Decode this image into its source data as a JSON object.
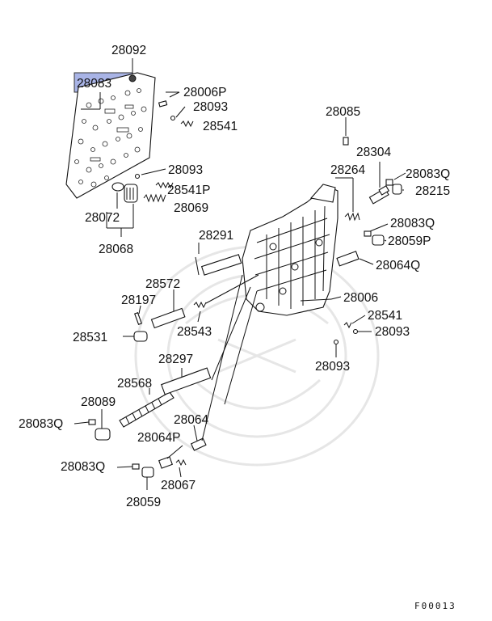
{
  "figure_code": "F00013",
  "highlight_color": "#a9b4e6",
  "callouts": {
    "p28092": "28092",
    "p28083": "28083",
    "p28006P": "28006P",
    "p28093_a": "28093",
    "p28541_a": "28541",
    "p28085": "28085",
    "p28304": "28304",
    "p28093_b": "28093",
    "p28541P": "28541P",
    "p28069": "28069",
    "p28264": "28264",
    "p28083Q_a": "28083Q",
    "p28215": "28215",
    "p28072": "28072",
    "p28068": "28068",
    "p28083Q_b": "28083Q",
    "p28059P": "28059P",
    "p28291": "28291",
    "p28064Q": "28064Q",
    "p28572": "28572",
    "p28006": "28006",
    "p28197": "28197",
    "p28541_b": "28541",
    "p28531": "28531",
    "p28543": "28543",
    "p28093_c": "28093",
    "p28297": "28297",
    "p28093_d": "28093",
    "p28568": "28568",
    "p28089": "28089",
    "p28083Q_c": "28083Q",
    "p28064": "28064",
    "p28064P": "28064P",
    "p28083Q_d": "28083Q",
    "p28067": "28067",
    "p28059": "28059"
  }
}
